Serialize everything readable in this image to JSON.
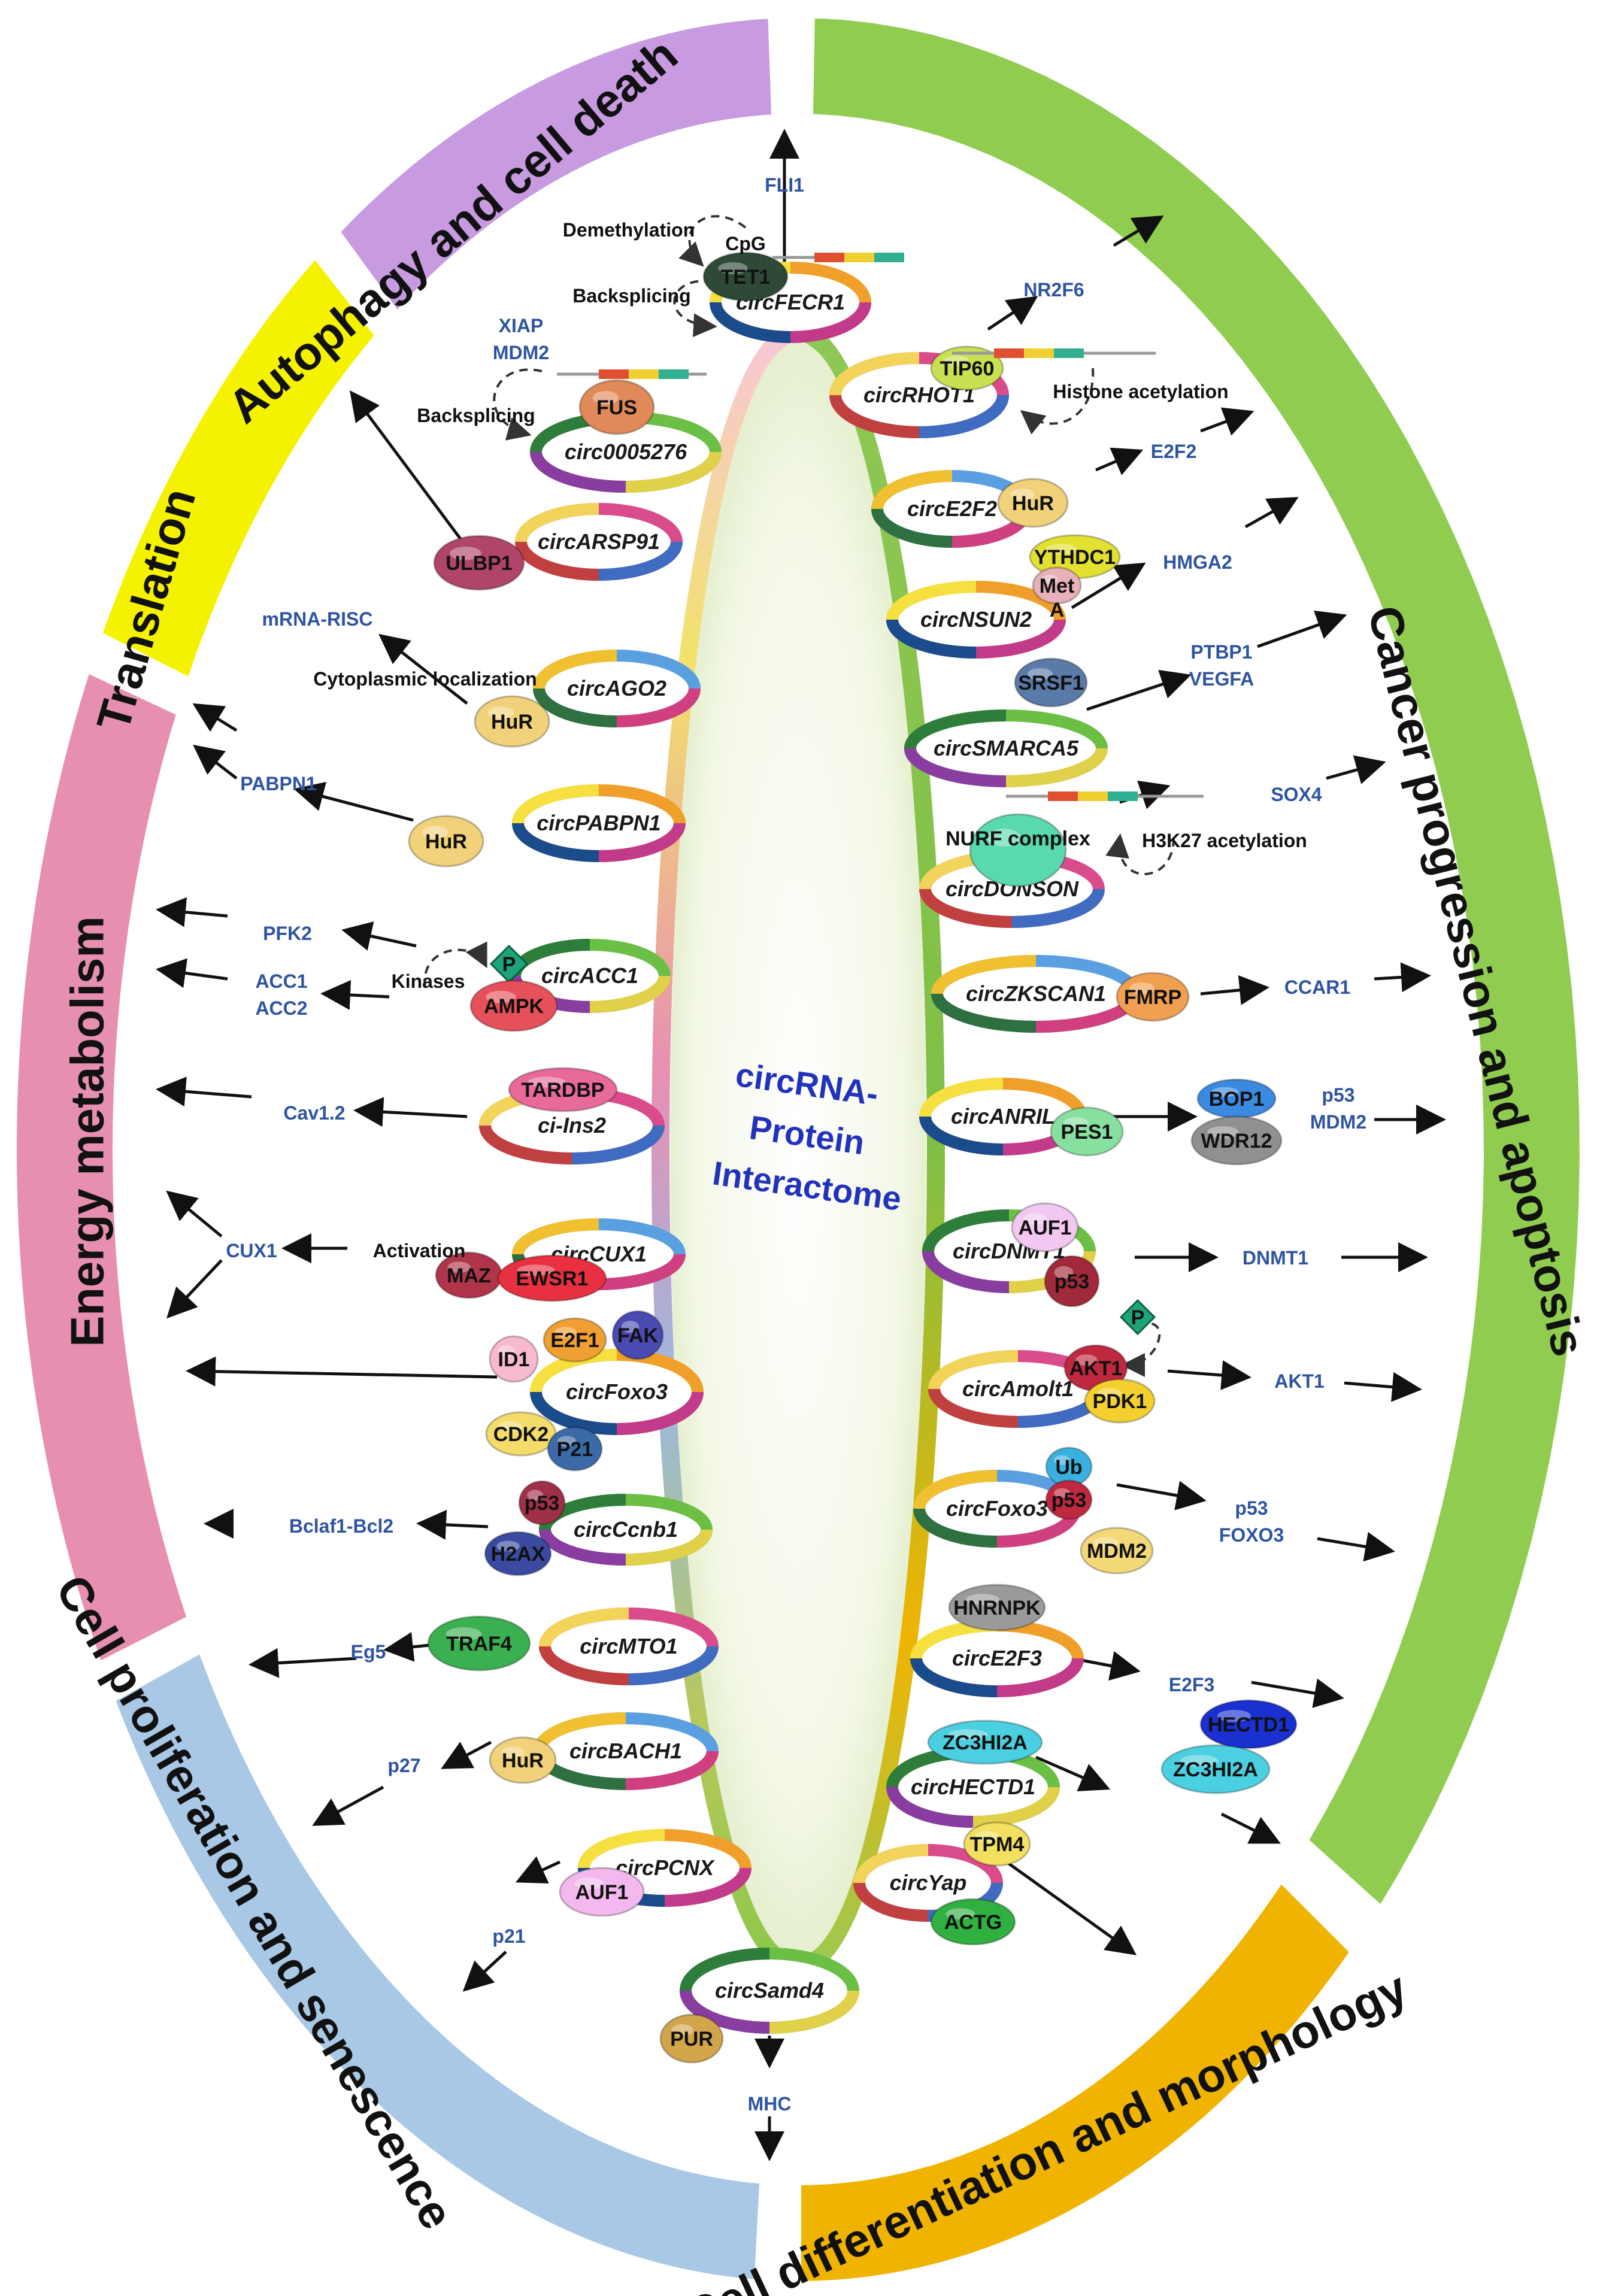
{
  "categories": [
    {
      "label": "Autophagy and cell death",
      "color": "#c89ae0"
    },
    {
      "label": "Cancer progression and apoptosis",
      "color": "#8fcc4f"
    },
    {
      "label": "Translation",
      "color": "#f5f200"
    },
    {
      "label": "Energy metabolism",
      "color": "#e68fb0"
    },
    {
      "label": "Cell proliferation and senescence",
      "color": "#a8c8e6"
    },
    {
      "label": "Cell differentiation and morphology",
      "color": "#f0b300"
    }
  ],
  "center_label": [
    "circRNA-",
    "Protein",
    "Interactome"
  ],
  "circRNAs": {
    "circFECR1": "circFECR1",
    "circ0005276": "circ0005276",
    "circARSP91": "circARSP91",
    "circAGO2": "circAGO2",
    "circPABPN1": "circPABPN1",
    "circACC1": "circACC1",
    "ciIns2": "ci-Ins2",
    "circCUX1": "circCUX1",
    "circFoxo3L": "circFoxo3",
    "circCcnb1": "circCcnb1",
    "circMTO1": "circMTO1",
    "circBACH1": "circBACH1",
    "circPCNX": "circPCNX",
    "circSamd4": "circSamd4",
    "circRHOT1": "circRHOT1",
    "circE2F2": "circE2F2",
    "circNSUN2": "circNSUN2",
    "circSMARCA5": "circSMARCA5",
    "circDONSON": "circDONSON",
    "circZKSCAN1": "circZKSCAN1",
    "circANRIL": "circANRIL",
    "circDNMT1": "circDNMT1",
    "circAmolt1": "circAmolt1",
    "circFoxo3R": "circFoxo3",
    "circE2F3": "circE2F3",
    "circHECTD1": "circHECTD1",
    "circYap": "circYap"
  },
  "proteins": {
    "TET1": "TET1",
    "FUS": "FUS",
    "ULBP1": "ULBP1",
    "HuR": "HuR",
    "P": "P",
    "AMPK": "AMPK",
    "TARDBP": "TARDBP",
    "MAZ": "MAZ",
    "EWSR1": "EWSR1",
    "ID1": "ID1",
    "E2F1": "E2F1",
    "FAK": "FAK",
    "CDK2": "CDK2",
    "P21": "P21",
    "p53": "p53",
    "H2AX": "H2AX",
    "TRAF4": "TRAF4",
    "AUF1": "AUF1",
    "PUR": "PUR",
    "TIP60": "TIP60",
    "YTHDC1": "YTHDC1",
    "Met": "Met",
    "A": "A",
    "SRSF1": "SRSF1",
    "NURF": "NURF\ncomplex",
    "FMRP": "FMRP",
    "PES1": "PES1",
    "BOP1": "BOP1",
    "WDR12": "WDR12",
    "AKT1": "AKT1",
    "PDK1": "PDK1",
    "Ub": "Ub",
    "MDM2": "MDM2",
    "HNRNPK": "HNRNPK",
    "ZC3HI2A": "ZC3HI2A",
    "HECTD1": "HECTD1",
    "TPM4": "TPM4",
    "ACTG": "ACTG",
    "CpG": "CpG"
  },
  "targets": {
    "FLI1": "FLI1",
    "XIAP": "XIAP",
    "MDM2L": "MDM2",
    "mRNARISC": "mRNA-RISC",
    "PABPN1": "PABPN1",
    "PFK2": "PFK2",
    "ACC1": "ACC1",
    "ACC2": "ACC2",
    "Cav12": "Cav1.2",
    "CUX1": "CUX1",
    "Bclaf1": "Bclaf1-Bcl2",
    "Eg5": "Eg5",
    "p27": "p27",
    "p21": "p21",
    "MHC": "MHC",
    "NR2F6": "NR2F6",
    "E2F2": "E2F2",
    "HMGA2": "HMGA2",
    "PTBP1": "PTBP1",
    "VEGFA": "VEGFA",
    "SOX4": "SOX4",
    "CCAR1": "CCAR1",
    "p53a": "p53",
    "MDM2R": "MDM2",
    "DNMT1": "DNMT1",
    "AKT1": "AKT1",
    "p53b": "p53",
    "FOXO3": "FOXO3",
    "E2F3": "E2F3"
  },
  "processes": {
    "demethylation": "Demethylation",
    "backsplicing1": "Backsplicing",
    "backsplicing2": "Backsplicing",
    "cytoplasmic": "Cytoplasmic localization",
    "kinases": "Kinases",
    "activation": "Activation",
    "histone": "Histone acetylation",
    "h3k27": "H3K27 acetylation"
  }
}
